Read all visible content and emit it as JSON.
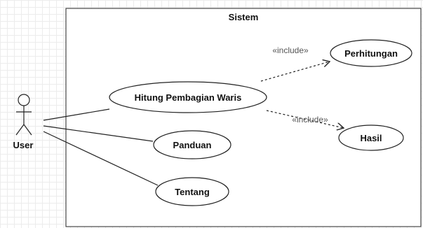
{
  "system": {
    "title": "Sistem"
  },
  "actor": {
    "label": "User"
  },
  "use_cases": {
    "hitung": "Hitung Pembagian Waris",
    "panduan": "Panduan",
    "tentang": "Tentang",
    "perhitungan": "Perhitungan",
    "hasil": "Hasil"
  },
  "relations": {
    "include_perhitungan": "«include»",
    "include_hasil": "«include»"
  }
}
